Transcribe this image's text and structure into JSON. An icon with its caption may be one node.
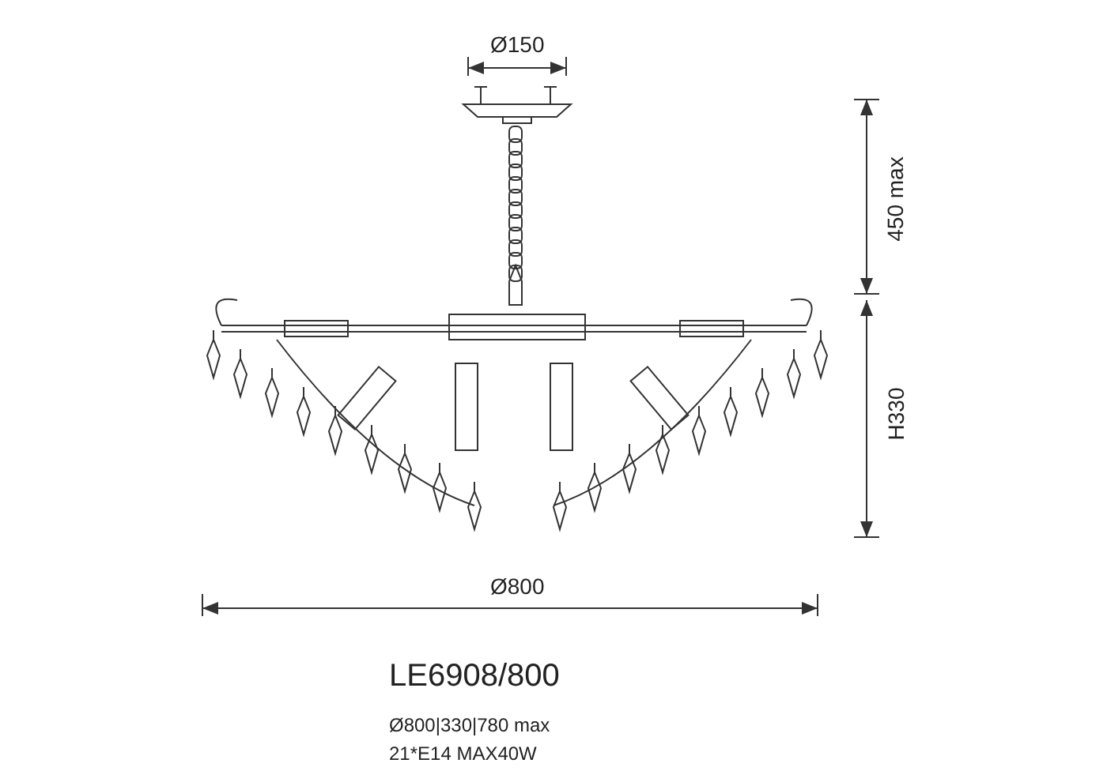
{
  "diagram": {
    "labels": [
      "Ø150",
      "450 max",
      "H330",
      "Ø800",
      "LE6908/800",
      "Ø800|330|780 max",
      "21*E14 MAX40W"
    ]
  }
}
